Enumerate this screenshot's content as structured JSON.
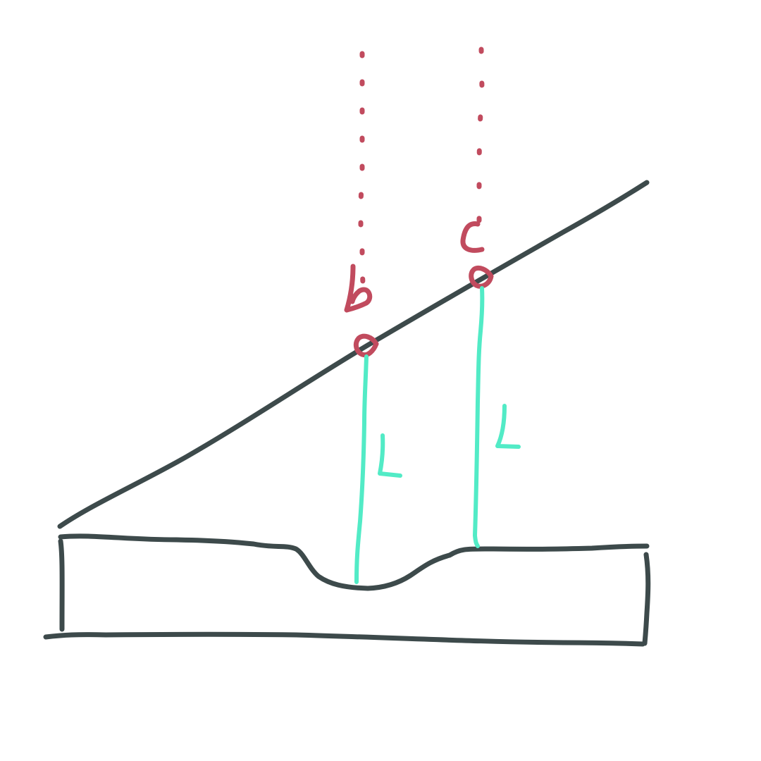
{
  "diagram": {
    "labels": {
      "point_b": "b",
      "point_c": "c",
      "length_b": "L",
      "length_c": "L"
    },
    "colors": {
      "outline": "#3d4a4b",
      "projection": "#c14b5e",
      "length_line": "#52ebc6"
    }
  }
}
